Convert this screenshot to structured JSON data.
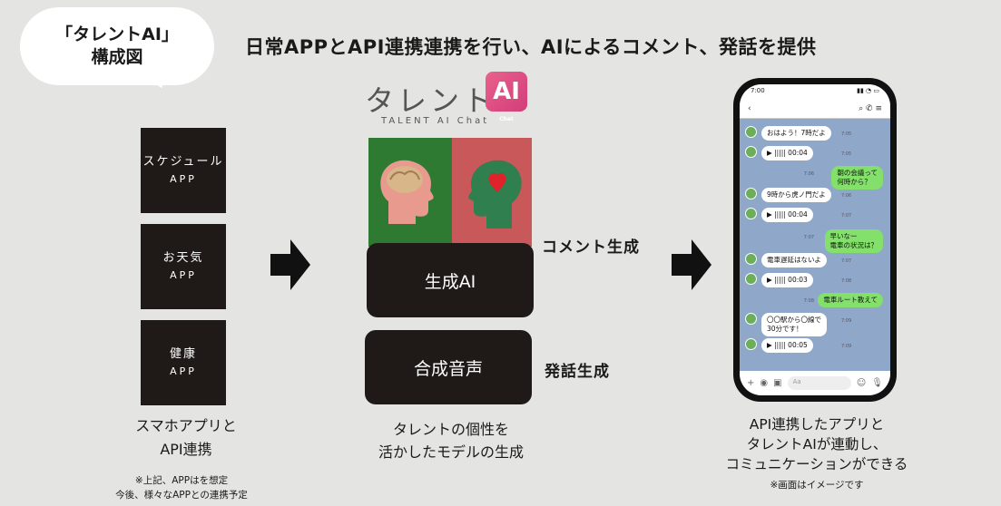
{
  "bubble": {
    "line1": "「タレントAI」",
    "line2": "構成図"
  },
  "headline": "日常APPとAPI連携連携を行い、AIによるコメント、発話を提供",
  "apps": [
    {
      "name": "スケジュール",
      "sub": "APP"
    },
    {
      "name": "お天気",
      "sub": "APP"
    },
    {
      "name": "健康",
      "sub": "APP"
    }
  ],
  "left_caption": {
    "line1": "スマホアプリと",
    "line2": "API連携"
  },
  "left_note": {
    "line1": "※上記、APPはを想定",
    "line2": "今後、様々なAPPとの連携予定"
  },
  "logo": {
    "text": "タレント",
    "badge": "AI",
    "badge_small": "Chat",
    "sub": "TALENT AI Chat"
  },
  "gen_ai": "生成AI",
  "synth_voice": "合成音声",
  "comment_gen": "コメント生成",
  "speech_gen": "発話生成",
  "center_caption": {
    "line1": "タレントの個性を",
    "line2": "活かしたモデルの生成"
  },
  "phone": {
    "time": "7:00",
    "input_placeholder": "Aa",
    "messages": [
      {
        "side": "l",
        "text": "おはよう！7時だよ",
        "time": "7:05"
      },
      {
        "side": "l",
        "text": "▶ ||||| 00:04",
        "time": "7:05"
      },
      {
        "side": "r",
        "text": "朝の会議って\n何時から？",
        "time": "7:06"
      },
      {
        "side": "l",
        "text": "9時から虎ノ門だよ",
        "time": "7:06"
      },
      {
        "side": "l",
        "text": "▶ ||||| 00:04",
        "time": "7:07"
      },
      {
        "side": "r",
        "text": "早いなー\n電車の状況は？",
        "time": "7:07"
      },
      {
        "side": "l",
        "text": "電車遅延はないよ",
        "time": "7:07"
      },
      {
        "side": "l",
        "text": "▶ ||||| 00:03",
        "time": "7:08"
      },
      {
        "side": "r",
        "text": "電車ルート教えて",
        "time": "7:08"
      },
      {
        "side": "l",
        "text": "〇〇駅から〇線で\n30分です！",
        "time": "7:09"
      },
      {
        "side": "l",
        "text": "▶ ||||| 00:05",
        "time": "7:09"
      }
    ]
  },
  "right_caption": {
    "line1": "API連携したアプリと",
    "line2": "タレントAIが連動し、",
    "line3": "コミュニケーションができる"
  },
  "right_note": "※画面はイメージです",
  "colors": {
    "background": "#e4e4e2",
    "dark_box": "#1f1a17",
    "green_panel": "#2e7a33",
    "red_panel": "#c9585a",
    "logo_pink": "#e2527f"
  }
}
